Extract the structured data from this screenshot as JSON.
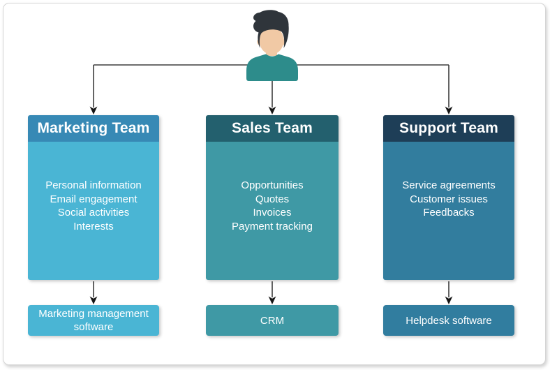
{
  "diagram": {
    "card_border_color": "#d5d5d5",
    "connector_color": "#3d3d3d",
    "arrow_color": "#151515",
    "person_icon": {
      "hair_color": "#2f353b",
      "skin_color": "#f1c9a5",
      "shirt_color": "#2d8c8b"
    },
    "teams": [
      {
        "name": "Marketing Team",
        "header_color": "#3789b5",
        "body_color": "#4ab5d4",
        "items": [
          "Personal information",
          "Email engagement",
          "Social activities",
          "Interests"
        ],
        "software": "Marketing management software",
        "software_color": "#4ab5d4"
      },
      {
        "name": "Sales Team",
        "header_color": "#23606e",
        "body_color": "#3f99a5",
        "items": [
          "Opportunities",
          "Quotes",
          "Invoices",
          "Payment tracking"
        ],
        "software": "CRM",
        "software_color": "#3f99a5"
      },
      {
        "name": "Support Team",
        "header_color": "#1e3e57",
        "body_color": "#327d9e",
        "items": [
          "Service agreements",
          "Customer issues",
          "Feedbacks"
        ],
        "software": "Helpdesk software",
        "software_color": "#317d9f"
      }
    ]
  }
}
